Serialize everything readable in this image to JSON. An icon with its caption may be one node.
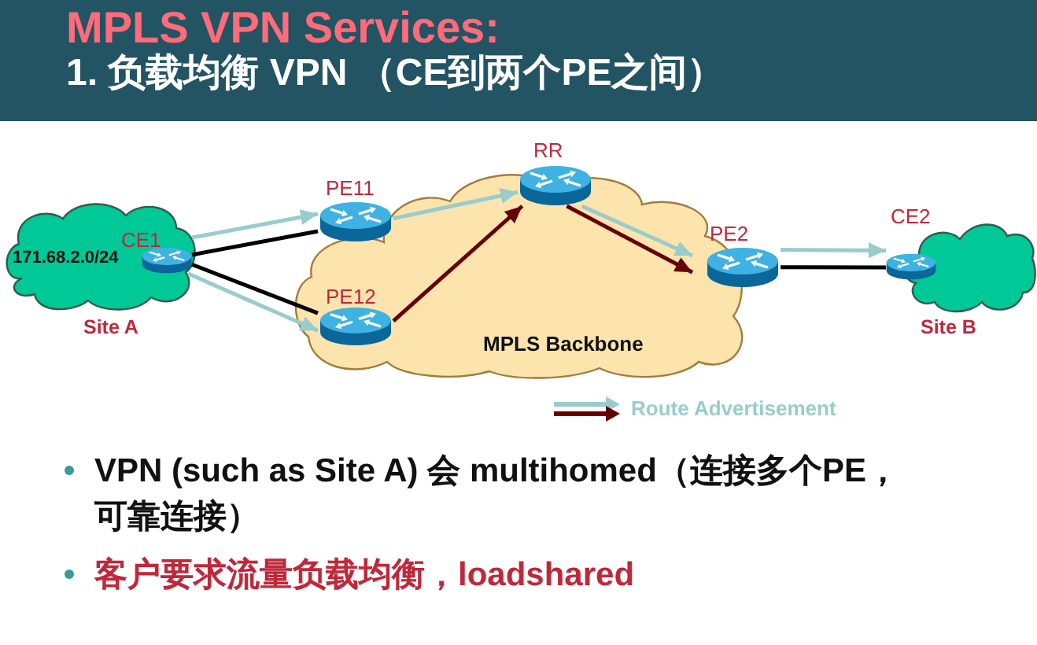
{
  "diagram": {
    "title": "MPLS VPN Services:",
    "nodes": [
      {
        "text": [
          "171.68.2.0/24",
          "Site A"
        ]
      },
      {
        "text": [
          "CE1"
        ],
        "in": 0
      },
      {
        "text": [
          "MPLS Backbone"
        ]
      },
      {
        "text": [
          "PE11"
        ]
      },
      {
        "text": [
          "PE12"
        ],
        "in": 2
      },
      {
        "text": [
          "RR"
        ]
      },
      {
        "text": [
          "PE2"
        ]
      },
      {
        "text": [
          "CE2"
        ]
      },
      {
        "text": [
          "Site B"
        ]
      }
    ],
    "edges": [
      {
        "from": 1,
        "to": 3,
        "arrow": "none",
        "color": "#000000"
      },
      {
        "from": 1,
        "to": 4,
        "arrow": "none",
        "color": "#000000"
      },
      {
        "from": 6,
        "to": 7,
        "arrow": "none",
        "color": "#000000"
      },
      {
        "from": 1,
        "to": 3,
        "arrow": "to",
        "color": "#99cccc"
      },
      {
        "from": 1,
        "to": 4,
        "arrow": "to",
        "color": "#99cccc"
      },
      {
        "from": 3,
        "to": 5,
        "arrow": "to",
        "color": "#99cccc"
      },
      {
        "from": 5,
        "to": 6,
        "arrow": "to",
        "color": "#99cccc"
      },
      {
        "from": 6,
        "to": 7,
        "arrow": "to",
        "color": "#99cccc"
      },
      {
        "from": 4,
        "to": 5,
        "arrow": "to",
        "color": "#660000"
      },
      {
        "from": 5,
        "to": 6,
        "arrow": "to",
        "color": "#660000"
      }
    ],
    "labels": [
      "1. 负载均衡 VPN （CE到两个PE之间）",
      "VPN (such as Site A) 会 multihomed（连接多个PE，可靠连接）",
      "客户要求流量负载均衡，loadshared"
    ],
    "legend": [
      {
        "text": "Route Advertisement"
      }
    ]
  }
}
